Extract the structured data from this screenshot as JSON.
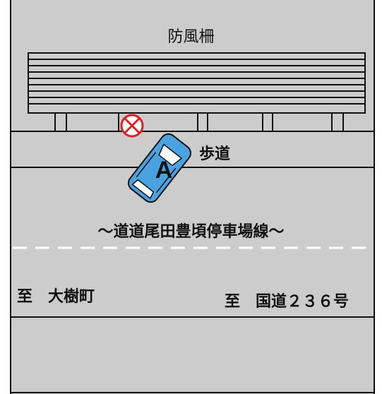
{
  "labels": {
    "windbreak_fence": "防風柵",
    "sidewalk": "歩道",
    "road_name": "～道道尾田豊頃停車場線～",
    "direction_left": "至　大樹町",
    "direction_right": "至　国道２３６号"
  },
  "vehicle": {
    "label": "A",
    "body_color": "#4aa3e0",
    "window_color": "#ffffff"
  },
  "marker": {
    "type": "x-in-circle",
    "color": "#e02020"
  },
  "colors": {
    "ground": "#cccccc",
    "line": "#111111",
    "dashed_line": "#ffffff"
  }
}
